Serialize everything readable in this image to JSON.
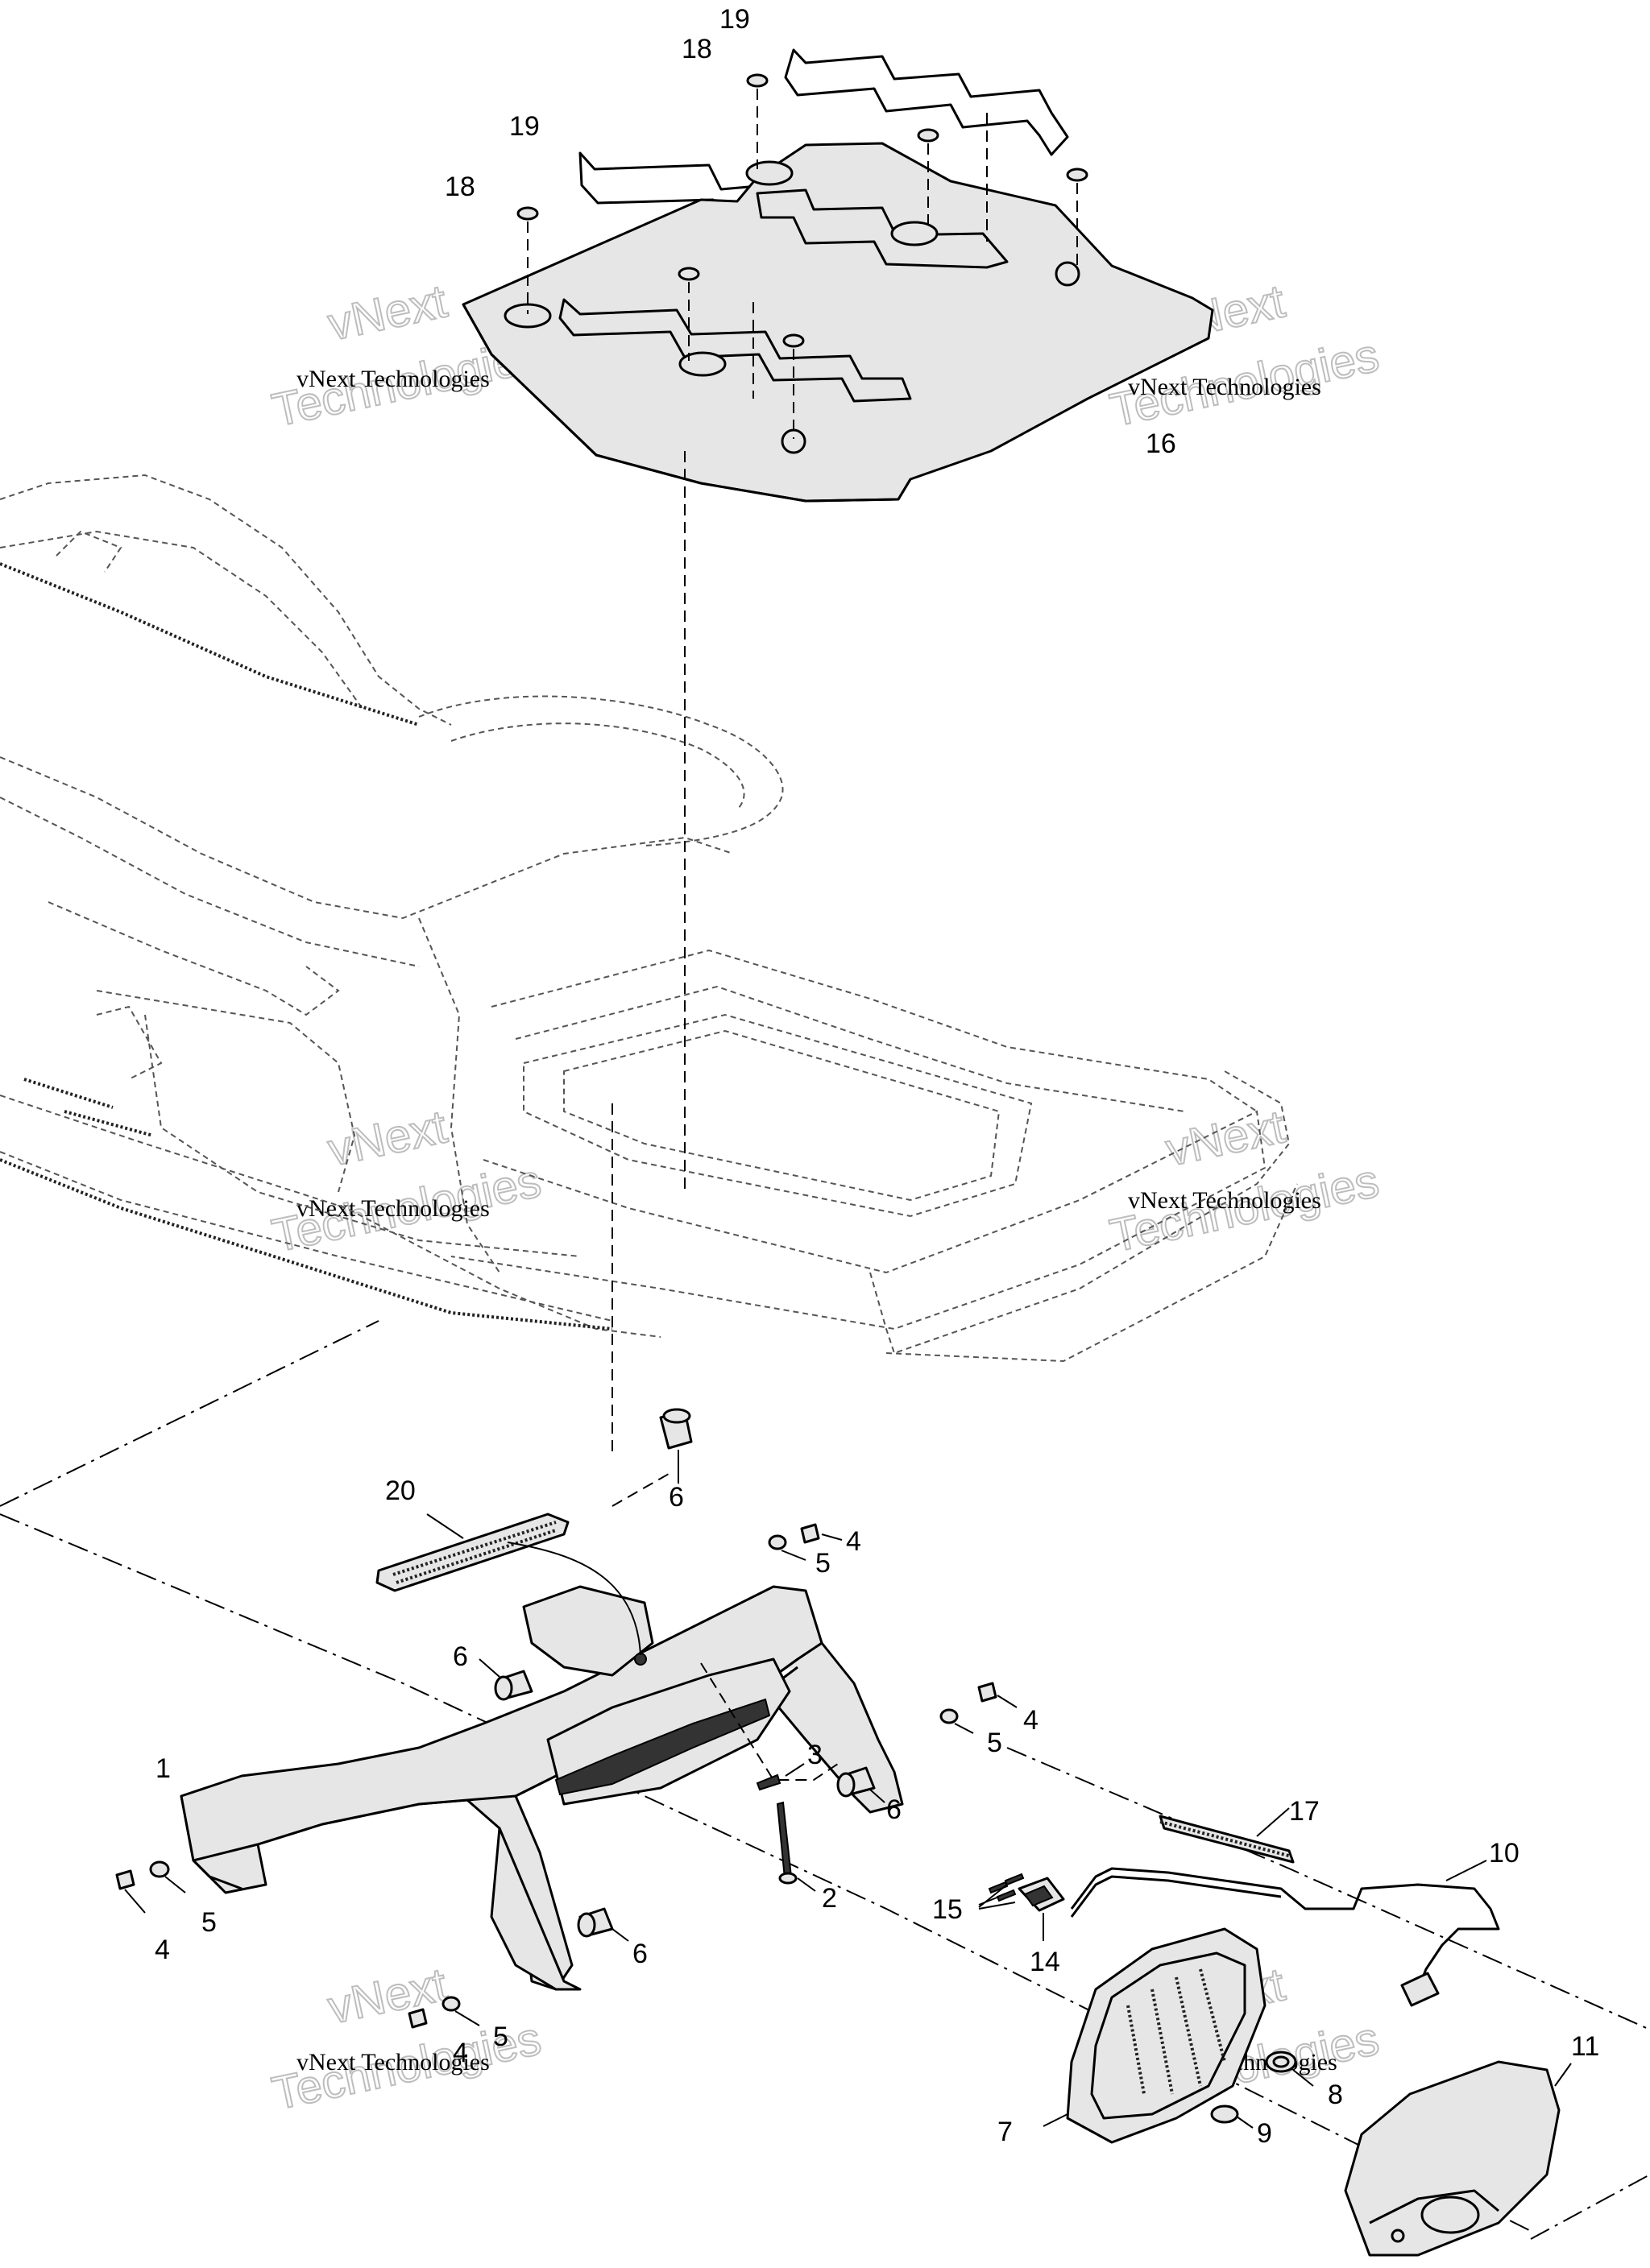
{
  "callouts": [
    {
      "id": "c1",
      "text": "1"
    },
    {
      "id": "c2",
      "text": "2"
    },
    {
      "id": "c3",
      "text": "3"
    },
    {
      "id": "c4a",
      "text": "4"
    },
    {
      "id": "c4b",
      "text": "4"
    },
    {
      "id": "c4c",
      "text": "4"
    },
    {
      "id": "c4d",
      "text": "4"
    },
    {
      "id": "c5a",
      "text": "5"
    },
    {
      "id": "c5b",
      "text": "5"
    },
    {
      "id": "c5c",
      "text": "5"
    },
    {
      "id": "c5d",
      "text": "5"
    },
    {
      "id": "c6a",
      "text": "6"
    },
    {
      "id": "c6b",
      "text": "6"
    },
    {
      "id": "c6c",
      "text": "6"
    },
    {
      "id": "c6d",
      "text": "6"
    },
    {
      "id": "c7",
      "text": "7"
    },
    {
      "id": "c8",
      "text": "8"
    },
    {
      "id": "c9",
      "text": "9"
    },
    {
      "id": "c10",
      "text": "10"
    },
    {
      "id": "c11",
      "text": "11"
    },
    {
      "id": "c14",
      "text": "14"
    },
    {
      "id": "c15",
      "text": "15"
    },
    {
      "id": "c16",
      "text": "16"
    },
    {
      "id": "c17",
      "text": "17"
    },
    {
      "id": "c18a",
      "text": "18"
    },
    {
      "id": "c18b",
      "text": "18"
    },
    {
      "id": "c19a",
      "text": "19"
    },
    {
      "id": "c19b",
      "text": "19"
    },
    {
      "id": "c20",
      "text": "20"
    }
  ],
  "watermark": {
    "line_small": "vNext Technologies",
    "big_1": "vNext",
    "big_2": "Technologies"
  }
}
